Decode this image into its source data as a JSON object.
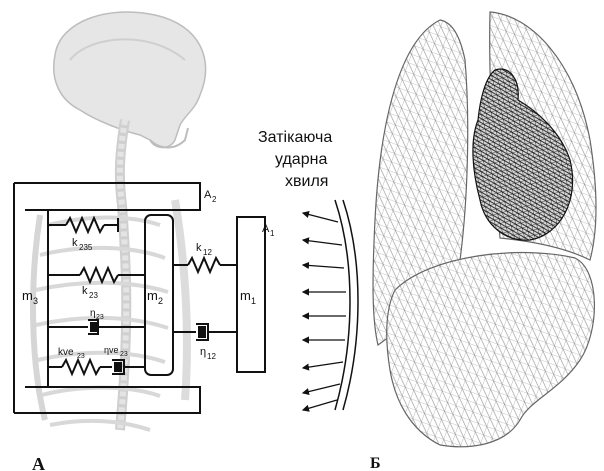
{
  "panel_a": {
    "letter": "А",
    "labels": {
      "a2": "A",
      "a2_sub": "2",
      "a1": "A",
      "a1_sub": "1",
      "k235": "k",
      "k235_sub": "235",
      "k23": "k",
      "k23_sub": "23",
      "eta23": "η",
      "eta23_sub": "23",
      "kve23": "kve",
      "kve23_sub": "23",
      "etave23": "ηve",
      "etave23_sub": "23",
      "k12": "k",
      "k12_sub": "12",
      "eta12": "η",
      "eta12_sub": "12",
      "m3": "m",
      "m3_sub": "3",
      "m2": "m",
      "m2_sub": "2",
      "m1": "m",
      "m1_sub": "1"
    },
    "wave_caption": [
      "Затікаюча",
      "ударна",
      "хвиля"
    ]
  },
  "panel_b": {
    "letter": "Б"
  }
}
